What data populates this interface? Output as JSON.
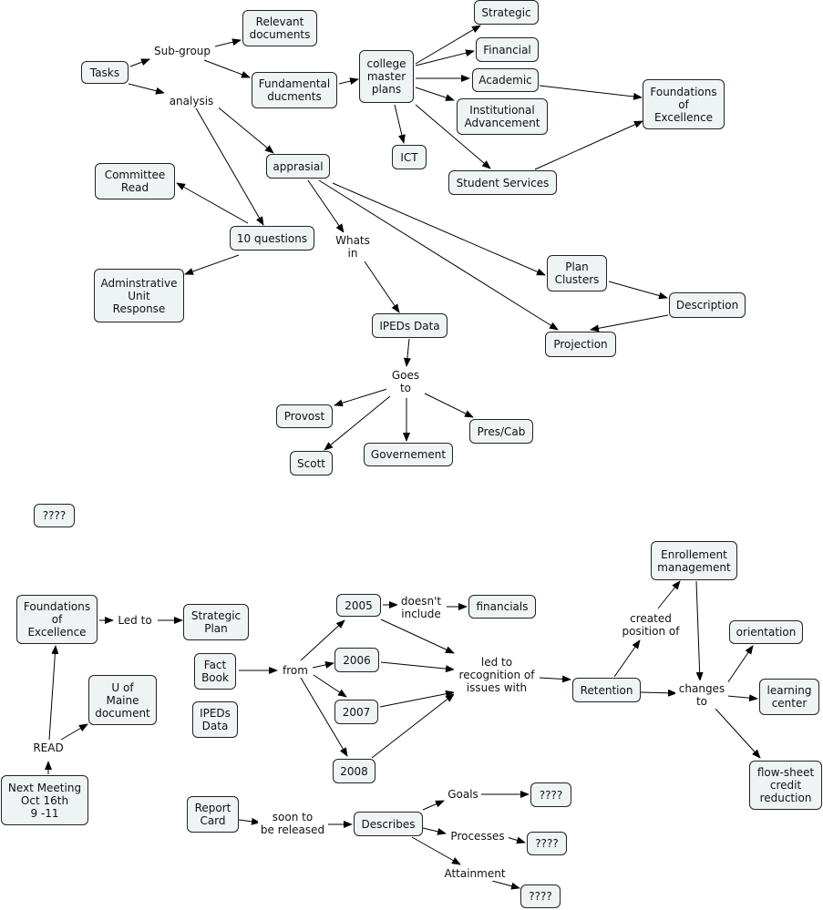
{
  "concepts": {
    "tasks": "Tasks",
    "relevant_documents": "Relevant\ndocuments",
    "fundamental_ducments": "Fundamental\nducments",
    "college_master_plans": "college\nmaster\nplans",
    "strategic": "Strategic",
    "financial": "Financial",
    "academic": "Academic",
    "institutional_advancement": "Institutional\nAdvancement",
    "foundations_top": "Foundations\nof\nExcellence",
    "ict": "ICT",
    "student_services": "Student Services",
    "apprasial": "apprasial",
    "committee_read": "Committee\nRead",
    "ten_questions": "10 questions",
    "adminstrative_unit_response": "Adminstrative\nUnit\nResponse",
    "plan_clusters": "Plan\nClusters",
    "description": "Description",
    "projection": "Projection",
    "ipeds_data_top": "IPEDs Data",
    "provost": "Provost",
    "scott": "Scott",
    "governement": "Governement",
    "pres_cab": "Pres/Cab",
    "unknown_1": "????",
    "foundations_bottom": "Foundations\nof\nExcellence",
    "strategic_plan": "Strategic\nPlan",
    "fact_book": "Fact\nBook",
    "ipeds_data_bottom": "IPEDs\nData",
    "u_of_maine_document": "U of\nMaine\ndocument",
    "next_meeting": "Next Meeting\nOct 16th\n9 -11",
    "y2005": "2005",
    "y2006": "2006",
    "y2007": "2007",
    "y2008": "2008",
    "financials": "financials",
    "retention": "Retention",
    "enrollement_management": "Enrollement\nmanagement",
    "orientation": "orientation",
    "learning_center": "learning\ncenter",
    "flow_sheet_credit_reduction": "flow-sheet\ncredit\nreduction",
    "report_card": "Report\nCard",
    "describes": "Describes",
    "unknown_goals": "????",
    "unknown_processes": "????",
    "unknown_attainment": "????"
  },
  "linking_phrases": {
    "sub_group": "Sub-group",
    "analysis": "analysis",
    "whats_in": "Whats\nin",
    "goes_to": "Goes\nto",
    "led_to": "Led to",
    "read": "READ",
    "from": "from",
    "doesnt_include": "doesn't\ninclude",
    "led_to_recognition": "led to\nrecognition of\nissues with",
    "created_position_of": "created\nposition of",
    "changes_to": "changes\nto",
    "soon_to_be_released": "soon to\nbe released",
    "goals": "Goals",
    "processes": "Processes",
    "attainment": "Attainment"
  }
}
